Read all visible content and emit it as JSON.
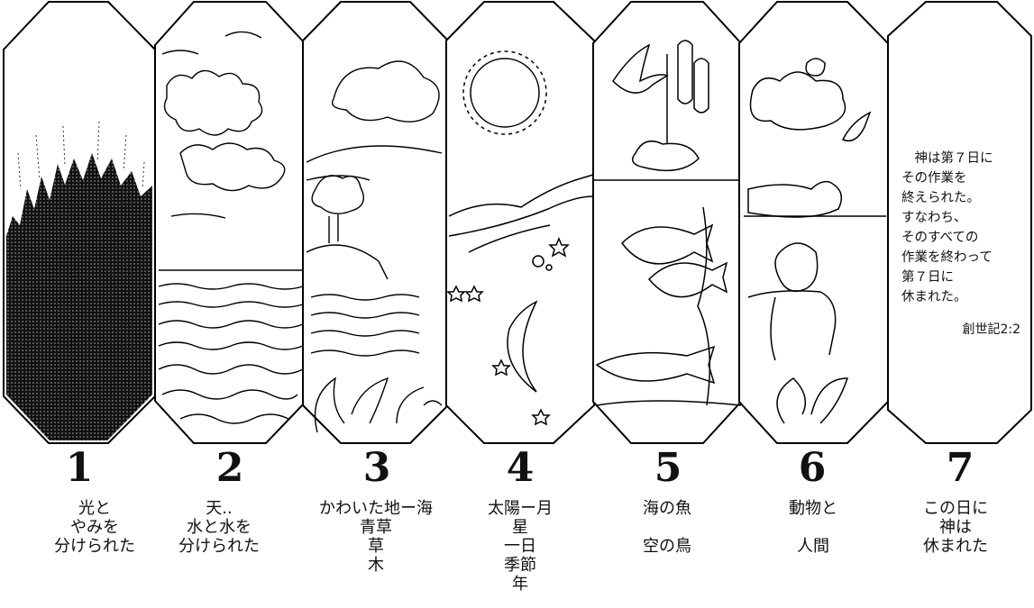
{
  "days": [
    {
      "number": "1",
      "caption": "光と\nやみを\n分けられた"
    },
    {
      "number": "2",
      "caption": "天..\n水と水を\n分けられた"
    },
    {
      "number": "3",
      "caption": "かわいた地ー海\n青草\n草\n木"
    },
    {
      "number": "4",
      "caption": "太陽ー月\n星\n一日\n季節\n年"
    },
    {
      "number": "5",
      "caption": "海の魚\n\n空の鳥"
    },
    {
      "number": "6",
      "caption": "動物と\n\n人間"
    },
    {
      "number": "7",
      "caption": "この日に\n神は\n休まれた"
    }
  ],
  "verse": {
    "text": "　神は第７日に\nその作業を\n終えられた。\nすなわち、\nそのすべての\n作業を終わって\n第７日に\n休まれた。",
    "reference": "創世記2:2"
  },
  "illustrations": [
    "darkness-grass",
    "clouds-sea",
    "land-tree-plants",
    "sun-moon-stars",
    "birds-fish",
    "animals-man",
    "blank-rest"
  ]
}
